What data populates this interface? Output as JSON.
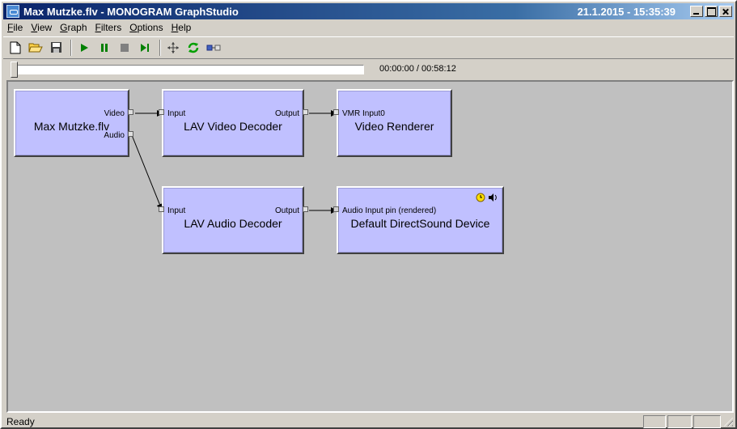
{
  "window": {
    "title": "Max Mutzke.flv - MONOGRAM GraphStudio",
    "clock": "21.1.2015 - 15:35:39"
  },
  "menu": [
    {
      "label": "File",
      "accel": "F",
      "rest": "ile"
    },
    {
      "label": "View",
      "accel": "V",
      "rest": "iew"
    },
    {
      "label": "Graph",
      "accel": "G",
      "rest": "raph"
    },
    {
      "label": "Filters",
      "accel": "F",
      "rest": "ilters"
    },
    {
      "label": "Options",
      "accel": "O",
      "rest": "ptions"
    },
    {
      "label": "Help",
      "accel": "H",
      "rest": "elp"
    }
  ],
  "toolbar": {
    "icons": [
      "new-file-icon",
      "open-folder-icon",
      "save-disk-icon",
      "play-icon",
      "pause-icon",
      "stop-icon",
      "step-frame-icon",
      "arrange-icon",
      "refresh-icon",
      "connect-icon"
    ],
    "colors": {
      "play": "#008000",
      "stop": "#808080",
      "refresh": "#00a000"
    }
  },
  "seek": {
    "position": 0.0,
    "time": "00:00:00 / 00:58:12"
  },
  "graph": {
    "filter_color": "#c0c0ff",
    "filters": {
      "source": {
        "name": "Max Mutzke.flv",
        "pins_out": [
          "Video",
          "Audio"
        ]
      },
      "video_decoder": {
        "name": "LAV Video Decoder",
        "pin_in": "Input",
        "pin_out": "Output"
      },
      "video_renderer": {
        "name": "Video Renderer",
        "pin_in": "VMR Input0"
      },
      "audio_decoder": {
        "name": "LAV Audio Decoder",
        "pin_in": "Input",
        "pin_out": "Output"
      },
      "audio_renderer": {
        "name": "Default DirectSound Device",
        "pin_in": "Audio Input pin (rendered)",
        "icons": [
          "clock-icon",
          "speaker-icon"
        ]
      }
    }
  },
  "status": {
    "text": "Ready"
  }
}
